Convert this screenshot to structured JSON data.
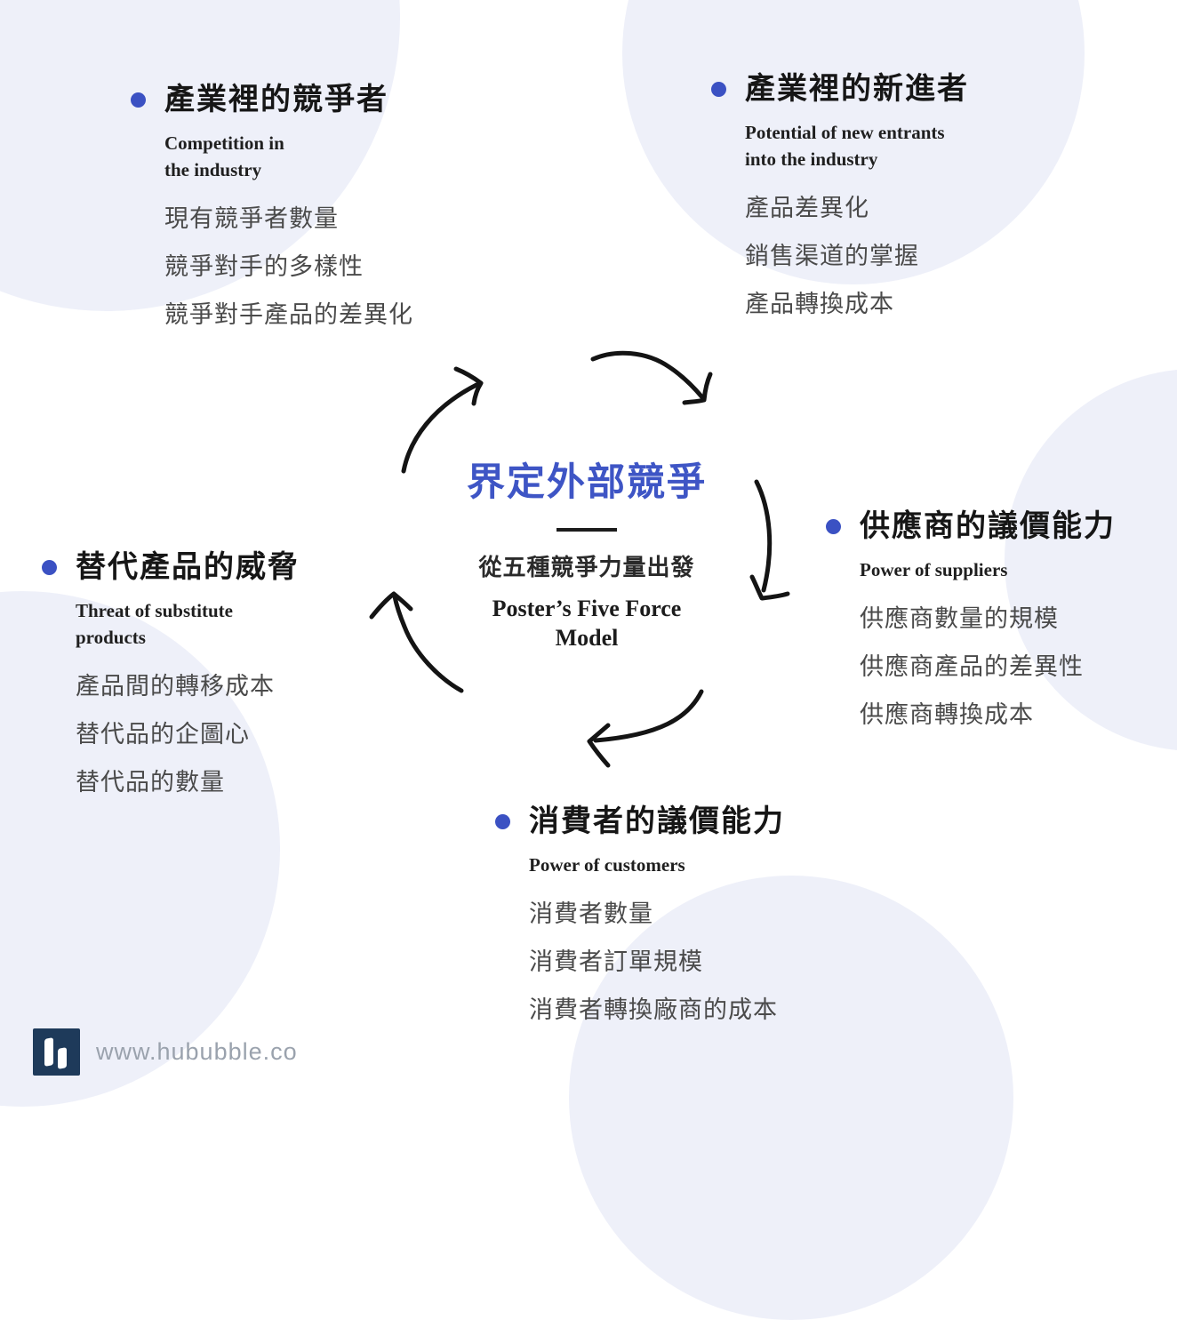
{
  "center": {
    "title": "界定外部競爭",
    "subtitle_zh": "從五種競爭力量出發",
    "subtitle_en": [
      "Poster’s Five Force",
      "Model"
    ]
  },
  "sections": [
    {
      "zh": "產業裡的競爭者",
      "en": [
        "Competition in",
        "the industry"
      ],
      "items": [
        "現有競爭者數量",
        "競爭對手的多樣性",
        "競爭對手產品的差異化"
      ]
    },
    {
      "zh": "產業裡的新進者",
      "en": [
        "Potential of new entrants",
        "into the industry"
      ],
      "items": [
        "產品差異化",
        "銷售渠道的掌握",
        "產品轉換成本"
      ]
    },
    {
      "zh": "供應商的議價能力",
      "en": [
        "Power of suppliers",
        ""
      ],
      "items": [
        "供應商數量的規模",
        "供應商產品的差異性",
        "供應商轉換成本"
      ]
    },
    {
      "zh": "替代產品的威脅",
      "en": [
        "Threat of substitute",
        "products"
      ],
      "items": [
        "產品間的轉移成本",
        "替代品的企圖心",
        "替代品的數量"
      ]
    },
    {
      "zh": "消費者的議價能力",
      "en": [
        "Power of customers",
        ""
      ],
      "items": [
        "消費者數量",
        "消費者訂單規模",
        "消費者轉換廠商的成本"
      ]
    }
  ],
  "footer": {
    "url": "www.hububble.co"
  },
  "icons": {
    "bullet": "dot-icon",
    "cycle": "hand-drawn-clockwise-arrows",
    "logo": "hububble-h-logo"
  },
  "colors": {
    "accent_blue": "#3e55c5",
    "bullet_blue": "#3b51c3",
    "circle_background": "#eef0f9",
    "heading_text": "#161616",
    "list_text": "#4a4a4a",
    "arrow_stroke": "#141414",
    "logo_navy": "#1e3a5a",
    "url_gray": "#9aa2ad"
  }
}
